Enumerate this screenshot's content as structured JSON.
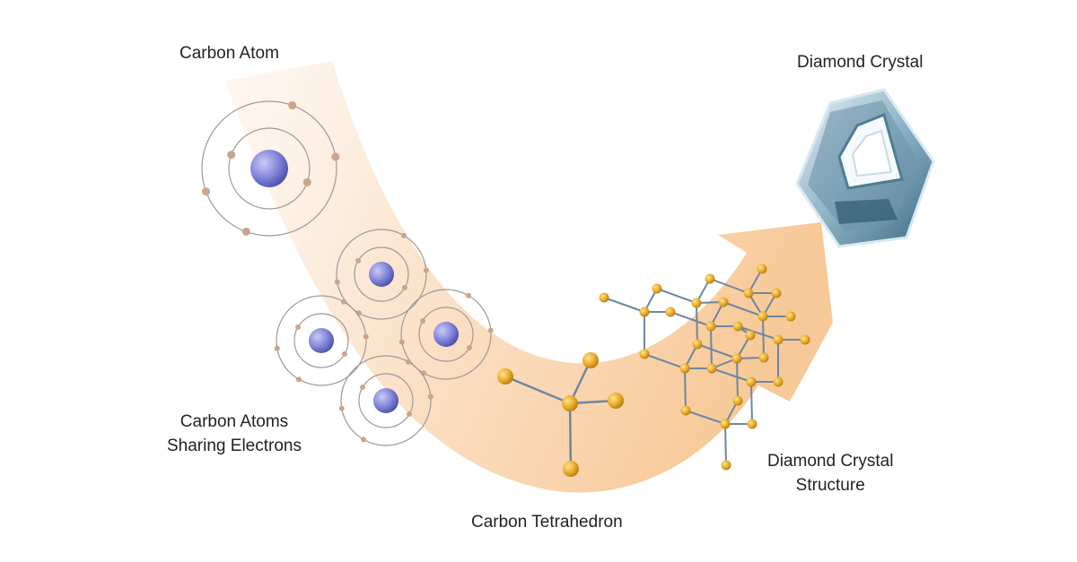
{
  "labels": {
    "carbon_atom": "Carbon Atom",
    "sharing_line1": "Carbon Atoms",
    "sharing_line2": "Sharing Electrons",
    "tetrahedron": "Carbon Tetrahedron",
    "structure_line1": "Diamond Crystal",
    "structure_line2": "Structure",
    "crystal": "Diamond Crystal"
  },
  "colors": {
    "arrow": "#f7cfa3",
    "nucleus": "#7f82d8",
    "electron": "#c9a58c",
    "node": "#e8a92a",
    "bond": "#6d86a3",
    "diamond": "#9fc1d3"
  }
}
